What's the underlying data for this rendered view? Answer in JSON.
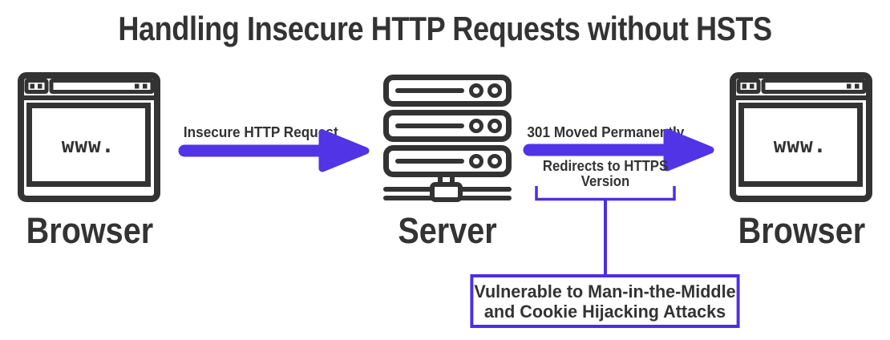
{
  "title": "Handling Insecure HTTP Requests without HSTS",
  "colors": {
    "ink": "#333333",
    "arrow_purple": "#5134e6",
    "line_violet": "#4c2ee6"
  },
  "nodes": {
    "browser_left": {
      "label": "Browser",
      "screen_text": "www."
    },
    "server": {
      "label": "Server"
    },
    "browser_right": {
      "label": "Browser",
      "screen_text": "www."
    }
  },
  "arrows": {
    "request": {
      "label": "Insecure HTTP Request"
    },
    "redirect": {
      "label_above": "301 Moved Permanently",
      "label_below": {
        "line1": "Redirects to HTTPS",
        "line2": "Version"
      }
    }
  },
  "callout": {
    "line1": "Vulnerable to Man-in-the-Middle",
    "line2": "and Cookie Hijacking Attacks"
  }
}
